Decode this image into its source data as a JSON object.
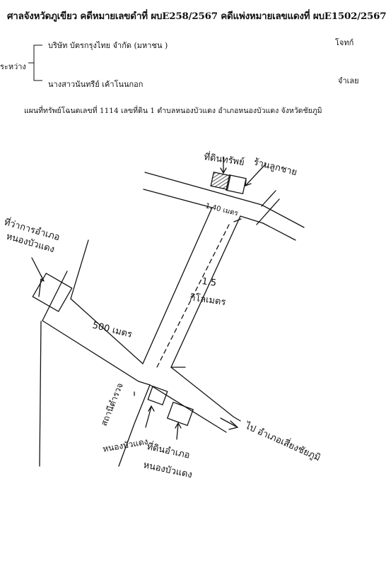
{
  "header": {
    "court_title": "ศาลจังหวัดภูเขียว คดีหมายเลขดำที่ ผบE258/2567 คดีแพ่งหมายเลขแดงที่ ผบE1502/2567",
    "between_label": "ระหว่าง",
    "plaintiff_name": "บริษัท บัตรกรุงไทย จำกัด (มหาชน )",
    "plaintiff_role": "โจทก์",
    "defendant_name": "นางสาวนันทรีย์ เค้าโนนกอก",
    "defendant_role": "จำเลย"
  },
  "map_caption": "แผนที่ทรัพย์โฉนดเลขที่ 1114 เลขที่ดิน 1 ตำบลหนองบัวแดง อำเภอหนองบัวแดง จังหวัดชัยภูมิ",
  "map_labels": {
    "property": "ที่ดินทรัพย์",
    "shop": "ร้านลูกชาย",
    "frontage": "1.40 เมตร",
    "district_office_line1": "ที่ว่าการอำเภอ",
    "district_office_line2": "หนองบัวแดง",
    "distance_km_value": "1.5",
    "distance_km_unit": "กิโลเมตร",
    "distance_500": "500 เมตร",
    "police_line1": "สถานีตำรวจ",
    "police_line2": "หนองบัวแดง",
    "land_office_line1": "ที่ดินอำเภอ",
    "land_office_line2": "หนองบัวแดง",
    "direction": "ไป อำเภอเสี่ยงชัยภูมิ"
  }
}
